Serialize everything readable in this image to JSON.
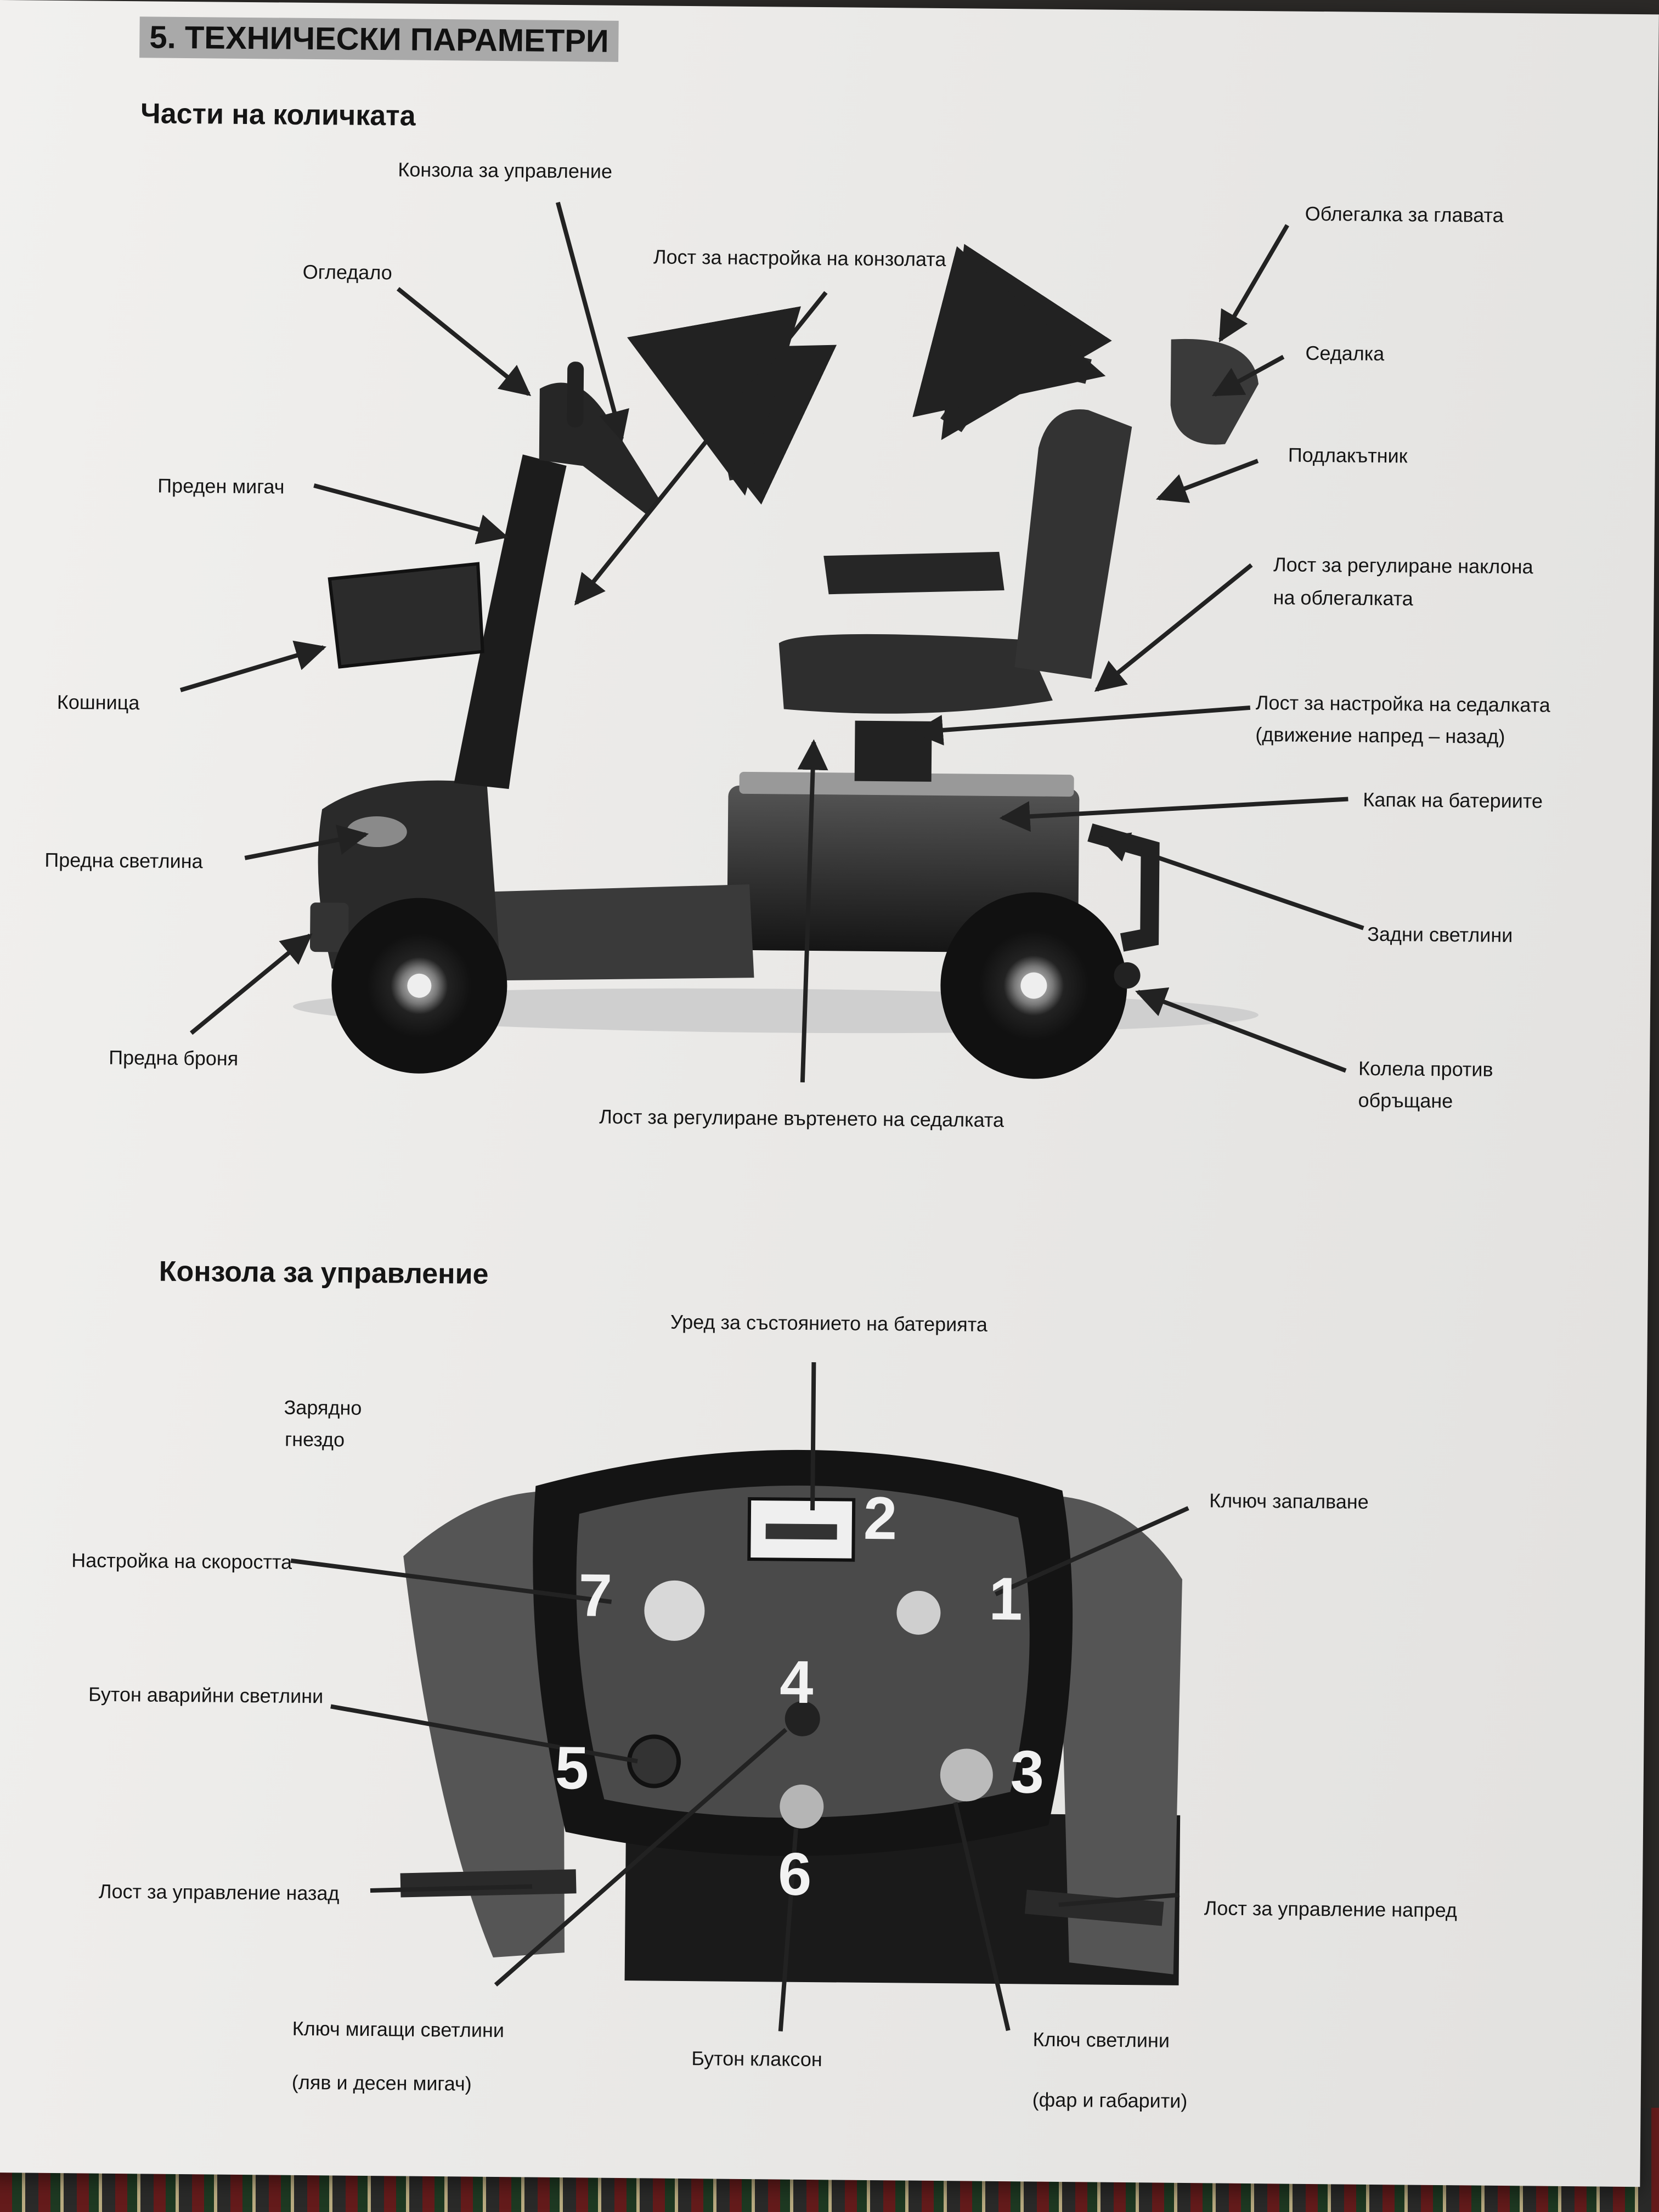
{
  "section_title": "5. ТЕХНИЧЕСКИ ПАРАМЕТРИ",
  "scooter_section": {
    "heading": "Части на количката",
    "labels": {
      "control_console": "Конзола за управление",
      "console_adjust_lever": "Лост за настройка на конзолата",
      "mirror": "Огледало",
      "headrest": "Облегалка за главата",
      "seat": "Седалка",
      "armrest": "Подлакътник",
      "backrest_lever_line1": "Лост за регулиране наклона",
      "backrest_lever_line2": "на облегалката",
      "front_indicator": "Преден мигач",
      "basket": "Кошница",
      "seat_slide_lever_line1": "Лост за настройка на седалката",
      "seat_slide_lever_line2": "(движение напред – назад)",
      "battery_cover": "Капак на батериите",
      "front_light": "Предна светлина",
      "rear_lights": "Задни светлини",
      "front_bumper": "Предна броня",
      "anti_tip_line1": "Колела против",
      "anti_tip_line2": "обръщане",
      "seat_rotation_lever": "Лост за регулиране въртенето на седалката"
    }
  },
  "console_section": {
    "heading": "Конзола за управление",
    "labels": {
      "battery_gauge": "Уред  за  състоянието  на батерията",
      "charging_socket_line1": "Зарядно",
      "charging_socket_line2": "гнездо",
      "ignition_key": "Клчюч  запалване",
      "speed_setting": "Настройка на скоростта",
      "hazard_button": "Бутон аварийни светлини",
      "reverse_lever": "Лост  за  управление назад",
      "forward_lever": "Лост  за управление напред",
      "indicator_switch_line1": "Ключ мигащи светлини",
      "indicator_switch_line2": "(ляв и десен мигач)",
      "horn_button": "Бутон клаксон",
      "lights_switch_line1": "Ключ светлини",
      "lights_switch_line2": "(фар и габарити)"
    },
    "numbers": [
      "1",
      "2",
      "3",
      "4",
      "5",
      "6",
      "7"
    ]
  }
}
